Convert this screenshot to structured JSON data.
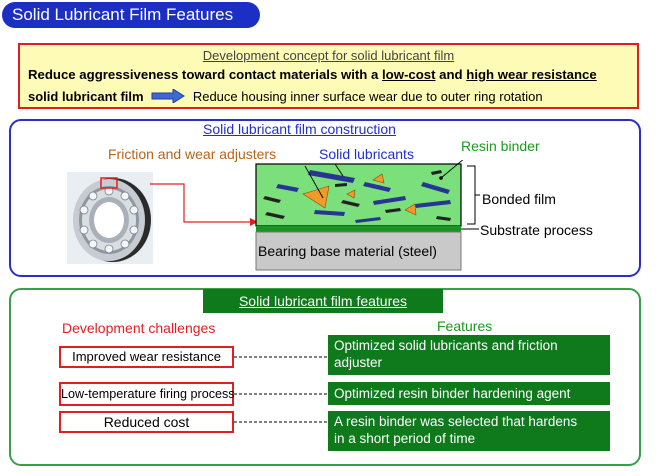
{
  "title": "Solid Lubricant Film Features",
  "concept": {
    "heading": "Development concept for solid lubricant film",
    "line1_a": "Reduce aggressiveness toward contact materials with a ",
    "line1_b": "low-cost",
    "line1_c": " and ",
    "line1_d": "high wear resistance",
    "line2_a": "solid lubricant film",
    "line2_b": "Reduce housing inner surface wear due to outer ring rotation"
  },
  "construction": {
    "title": "Solid lubricant film construction",
    "friction_label": "Friction and wear adjusters",
    "solid_label": "Solid lubricants",
    "resin_label": "Resin binder",
    "bonded_label": "Bonded film",
    "substrate_label": "Substrate process",
    "base_label": "Bearing base material (steel)"
  },
  "features": {
    "banner": "Solid lubricant film features",
    "challenges_heading": "Development challenges",
    "features_heading": "Features",
    "rows": [
      {
        "challenge": "Improved wear resistance",
        "feature_1": "Optimized solid lubricants and friction",
        "feature_2": "adjuster"
      },
      {
        "challenge": "Low-temperature firing process",
        "feature_1": "Optimized resin binder hardening agent",
        "feature_2": ""
      },
      {
        "challenge": "Reduced cost",
        "feature_1": "A resin binder was selected that hardens",
        "feature_2": "in a short period of time"
      }
    ]
  },
  "colors": {
    "title_bg": "#1b2fc4",
    "concept_bg": "#fdfbb6",
    "accent_red": "#e02020",
    "feature_green": "#0e7a1c",
    "film_green": "#7be07b"
  },
  "icons": [
    "bearing-image",
    "right-arrow-icon"
  ]
}
